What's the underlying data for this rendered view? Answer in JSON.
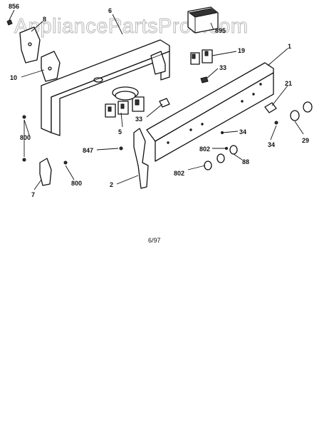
{
  "watermark": "AppliancePartsPros.com",
  "date_code": "6/97",
  "labels": {
    "p856": "856",
    "p8": "8",
    "p6": "6",
    "p895": "895",
    "p1": "1",
    "p19": "19",
    "p10": "10",
    "p33a": "33",
    "p21": "21",
    "p5": "5",
    "p33b": "33",
    "p34a": "34",
    "p800a": "800",
    "p29": "29",
    "p847": "847",
    "p802a": "802",
    "p34b": "34",
    "p800b": "800",
    "p88": "88",
    "p802b": "802",
    "p7": "7",
    "p2": "2"
  }
}
